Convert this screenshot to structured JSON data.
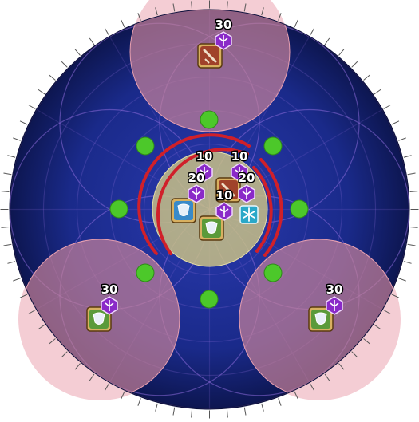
{
  "arena": {
    "colors": {
      "floor": "#1a2a8a",
      "floor_dark": "#0d1650",
      "pattern": "#8a6ad8",
      "aoe_zone": "#f0a8b8",
      "aoe_edge": "#e07890",
      "center_zone": "#d8c890",
      "ring": "#d0202a",
      "marker": "#4cc82a",
      "buff": "#8a2ac8",
      "tank": "#3a8ac8",
      "healer": "#5a9a3a",
      "dps": "#a0422a"
    }
  },
  "stacks": [
    {
      "label": "30",
      "icon": "stack-icon"
    },
    {
      "label": "10",
      "icon": "stack-icon"
    },
    {
      "label": "10",
      "icon": "stack-icon"
    },
    {
      "label": "20",
      "icon": "stack-icon"
    },
    {
      "label": "20",
      "icon": "stack-icon"
    },
    {
      "label": "10",
      "icon": "stack-icon"
    },
    {
      "label": "30",
      "icon": "stack-icon"
    },
    {
      "label": "30",
      "icon": "stack-icon"
    }
  ],
  "players": [
    {
      "role": "dps",
      "icon": "sword-icon"
    },
    {
      "role": "dps",
      "icon": "sword-icon"
    },
    {
      "role": "tank",
      "icon": "shield-icon"
    },
    {
      "role": "healer",
      "icon": "shield-icon"
    },
    {
      "role": "healer",
      "icon": "shield-icon"
    },
    {
      "role": "healer",
      "icon": "shield-icon"
    }
  ],
  "debuff": {
    "icon": "snowflake-icon"
  }
}
